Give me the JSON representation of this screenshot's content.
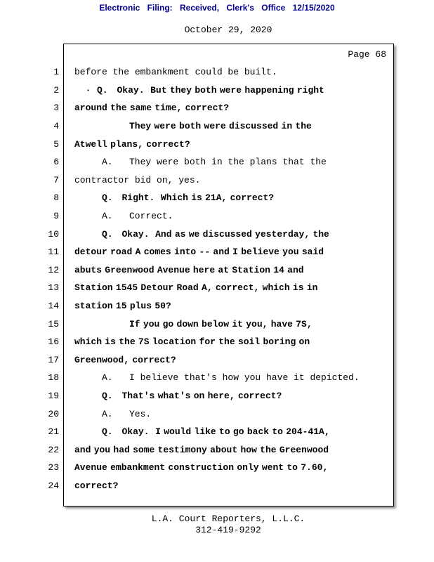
{
  "stamp": {
    "text": "Electronic Filing: Received, Clerk's Office 12/15/2020",
    "color": "#00008B"
  },
  "date_line": "October 29, 2020",
  "transcript": {
    "page_label": "Page 68",
    "lines": [
      {
        "num": "1",
        "indent": 0,
        "bold": false,
        "text": "before the embankment could be built."
      },
      {
        "num": "2",
        "indent": 2,
        "bold": true,
        "text": "·  Q.   Okay.  But they both were happening right"
      },
      {
        "num": "3",
        "indent": 0,
        "bold": true,
        "text": "around the same time, correct?"
      },
      {
        "num": "4",
        "indent": 10,
        "bold": true,
        "text": "They were both were discussed in the"
      },
      {
        "num": "5",
        "indent": 0,
        "bold": true,
        "text": "Atwell plans, correct?"
      },
      {
        "num": "6",
        "indent": 5,
        "bold": false,
        "text": "A.   They were both in the plans that the"
      },
      {
        "num": "7",
        "indent": 0,
        "bold": false,
        "text": "contractor bid on, yes."
      },
      {
        "num": "8",
        "indent": 5,
        "bold": true,
        "text": "Q.   Right.  Which is 21A, correct?"
      },
      {
        "num": "9",
        "indent": 5,
        "bold": false,
        "text": "A.   Correct."
      },
      {
        "num": "10",
        "indent": 5,
        "bold": true,
        "text": "Q.   Okay.  And as we discussed yesterday, the"
      },
      {
        "num": "11",
        "indent": 0,
        "bold": true,
        "text": "detour road A comes into -- and I believe you said"
      },
      {
        "num": "12",
        "indent": 0,
        "bold": true,
        "text": "abuts Greenwood Avenue here at Station 14 and"
      },
      {
        "num": "13",
        "indent": 0,
        "bold": true,
        "text": "Station 1545 Detour Road A, correct, which is in"
      },
      {
        "num": "14",
        "indent": 0,
        "bold": true,
        "text": "station 15 plus 50?"
      },
      {
        "num": "15",
        "indent": 10,
        "bold": true,
        "text": "If you go down below it you, have 7S,"
      },
      {
        "num": "16",
        "indent": 0,
        "bold": true,
        "text": "which is the 7S location for the soil boring on"
      },
      {
        "num": "17",
        "indent": 0,
        "bold": true,
        "text": "Greenwood, correct?"
      },
      {
        "num": "18",
        "indent": 5,
        "bold": false,
        "text": "A.   I believe that's how you have it depicted."
      },
      {
        "num": "19",
        "indent": 5,
        "bold": true,
        "text": "Q.   That's what's on here, correct?"
      },
      {
        "num": "20",
        "indent": 5,
        "bold": false,
        "text": "A.   Yes."
      },
      {
        "num": "21",
        "indent": 5,
        "bold": true,
        "text": "Q.   Okay.  I would like to go back to 204-41A,"
      },
      {
        "num": "22",
        "indent": 0,
        "bold": true,
        "text": "and you had some testimony about how the Greenwood"
      },
      {
        "num": "23",
        "indent": 0,
        "bold": true,
        "text": "Avenue embankment construction only went to 7.60,"
      },
      {
        "num": "24",
        "indent": 0,
        "bold": true,
        "text": "correct?"
      }
    ]
  },
  "footer": {
    "company": "L.A. Court Reporters, L.L.C.",
    "phone": "312-419-9292"
  }
}
